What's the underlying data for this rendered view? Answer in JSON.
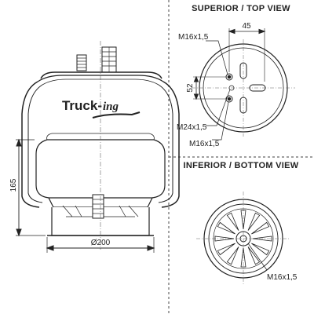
{
  "top_view": {
    "heading": "SUPERIOR / TOP VIEW",
    "dim_width": "45",
    "dim_height": "52",
    "thread_upper": "M16x1,5",
    "thread_air": "M24x1,5",
    "thread_lower": "M16x1,5"
  },
  "bottom_view": {
    "heading": "INFERIOR / BOTTOM VIEW",
    "thread": "M16x1,5"
  },
  "side_view": {
    "height_dim": "165",
    "diameter_dim": "Ø200",
    "brand_main": "Truck-",
    "brand_suffix": "ing"
  }
}
